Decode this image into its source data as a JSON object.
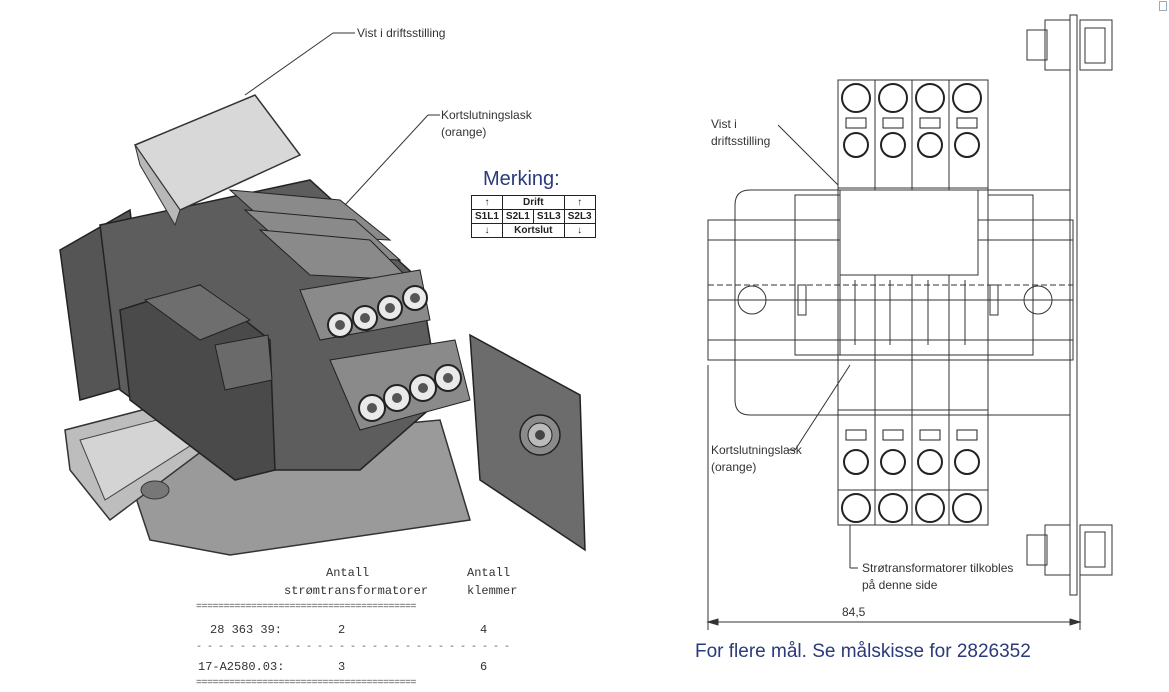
{
  "left_view": {
    "callout_top": "Vist i driftsstilling",
    "callout_orange_line1": "Kortslutningslask",
    "callout_orange_line2": "(orange)"
  },
  "marking": {
    "title": "Merking:",
    "row1": [
      "↑",
      "Drift",
      "↑"
    ],
    "row2": [
      "S1L1",
      "S2L1",
      "S1L3",
      "S2L3"
    ],
    "row3": [
      "↓",
      "Kortslut",
      "↓"
    ]
  },
  "table": {
    "header_col1_line1": "Antall",
    "header_col1_line2": "strømtransformatorer",
    "header_col2_line1": "Antall",
    "header_col2_line2": "klemmer",
    "separator": "========================================",
    "dashes": "- - - - - - - - - - - - - - - - - - - - - - - - - - - - - - - -",
    "rows": [
      {
        "id": "28 363 39:",
        "transformers": "2",
        "terminals": "4"
      },
      {
        "id": "17-A2580.03:",
        "transformers": "3",
        "terminals": "6"
      }
    ]
  },
  "right_view": {
    "callout_top_line1": "Vist i",
    "callout_top_line2": "driftsstilling",
    "callout_orange_line1": "Kortslutningslask",
    "callout_orange_line2": "(orange)",
    "callout_bottom_line1": "Strøtransformatorer tilkobles",
    "callout_bottom_line2": "på denne side",
    "dimension": "84,5"
  },
  "footer_note": "For flere mål. Se målskisse for 2826352"
}
